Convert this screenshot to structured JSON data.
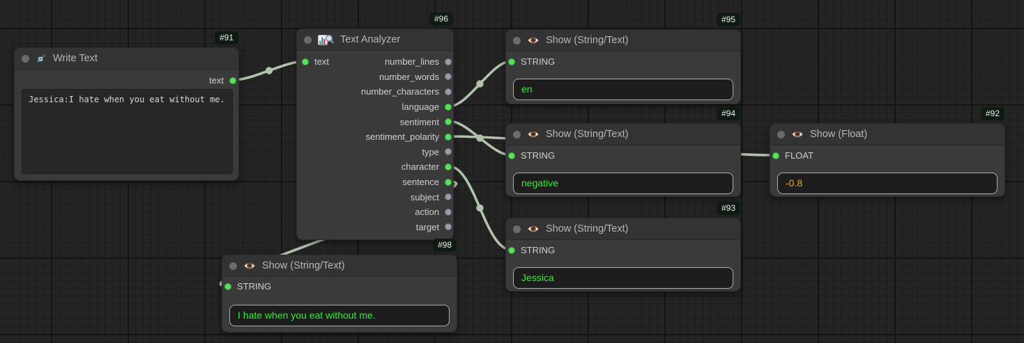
{
  "colors": {
    "wire": "#b2c3ad",
    "slot_green": "#58e25b",
    "slot_gray": "#9b9bb0",
    "value_green": "#2df22d",
    "value_orange": "#ffa41e",
    "badge_bg": "#0f1a12"
  },
  "nodes": {
    "write_text": {
      "id_badge": "#91",
      "title": "Write Text",
      "output": {
        "label": "text",
        "color": "green"
      },
      "textarea_value": "Jessica:I hate when you eat without me."
    },
    "text_analyzer": {
      "id_badge": "#96",
      "title": "Text Analyzer",
      "input": {
        "label": "text",
        "color": "green"
      },
      "outputs": [
        {
          "label": "number_lines",
          "color": "gray"
        },
        {
          "label": "number_words",
          "color": "gray"
        },
        {
          "label": "number_characters",
          "color": "gray"
        },
        {
          "label": "language",
          "color": "green"
        },
        {
          "label": "sentiment",
          "color": "green"
        },
        {
          "label": "sentiment_polarity",
          "color": "green"
        },
        {
          "label": "type",
          "color": "gray"
        },
        {
          "label": "character",
          "color": "green"
        },
        {
          "label": "sentence",
          "color": "green"
        },
        {
          "label": "subject",
          "color": "gray"
        },
        {
          "label": "action",
          "color": "gray"
        },
        {
          "label": "target",
          "color": "gray"
        }
      ]
    },
    "show_language": {
      "id_badge": "#95",
      "title": "Show (String/Text)",
      "input": {
        "label": "STRING",
        "color": "green"
      },
      "value": "en",
      "value_color": "green"
    },
    "show_sentiment": {
      "id_badge": "#94",
      "title": "Show (String/Text)",
      "input": {
        "label": "STRING",
        "color": "green"
      },
      "value": "negative",
      "value_color": "green"
    },
    "show_polarity": {
      "id_badge": "#92",
      "title": "Show (Float)",
      "input": {
        "label": "FLOAT",
        "color": "green"
      },
      "value": "-0.8",
      "value_color": "orange"
    },
    "show_character": {
      "id_badge": "#93",
      "title": "Show (String/Text)",
      "input": {
        "label": "STRING",
        "color": "green"
      },
      "value": "Jessica",
      "value_color": "green"
    },
    "show_sentence": {
      "id_badge": "#98",
      "title": "Show (String/Text)",
      "input": {
        "label": "STRING",
        "color": "green"
      },
      "value": "I hate when you eat without me.",
      "value_color": "green"
    }
  },
  "links": [
    {
      "from": "write_text.text",
      "to": "text_analyzer.text"
    },
    {
      "from": "text_analyzer.language",
      "to": "show_language.STRING"
    },
    {
      "from": "text_analyzer.sentiment",
      "to": "show_sentiment.STRING"
    },
    {
      "from": "text_analyzer.sentiment_polarity",
      "to": "show_polarity.FLOAT"
    },
    {
      "from": "text_analyzer.character",
      "to": "show_character.STRING"
    },
    {
      "from": "text_analyzer.sentence",
      "to": "show_sentence.STRING"
    }
  ]
}
